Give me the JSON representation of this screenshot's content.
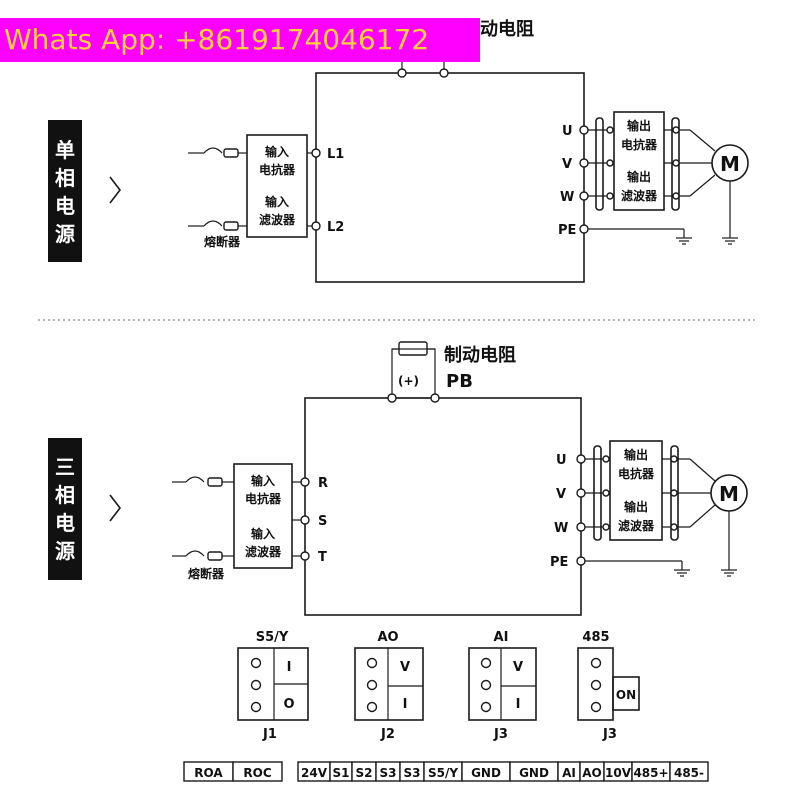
{
  "watermark": "Whats App: +8619174046172",
  "top_title_fragment": "动电阻",
  "single_phase": {
    "sidebar_chars": [
      "单",
      "相",
      "电",
      "源"
    ],
    "chevron": "〉",
    "input_reactor": [
      "输入",
      "电抗器"
    ],
    "input_filter": [
      "输入",
      "滤波器"
    ],
    "fuse_label": "熔断器",
    "terminals_in": [
      "L1",
      "L2"
    ],
    "terminals_out": [
      "U",
      "V",
      "W",
      "PE"
    ],
    "output_reactor": [
      "输出",
      "电抗器"
    ],
    "output_filter": [
      "输出",
      "滤波器"
    ],
    "motor": "M"
  },
  "three_phase": {
    "sidebar_chars": [
      "三",
      "相",
      "电",
      "源"
    ],
    "chevron": "〉",
    "brake_resistor": "制动电阻",
    "plus_label": "(+)",
    "pb_label": "PB",
    "input_reactor": [
      "输入",
      "电抗器"
    ],
    "input_filter": [
      "输入",
      "滤波器"
    ],
    "fuse_label": "熔断器",
    "terminals_in": [
      "R",
      "S",
      "T"
    ],
    "terminals_out": [
      "U",
      "V",
      "W",
      "PE"
    ],
    "output_reactor": [
      "输出",
      "电抗器"
    ],
    "output_filter": [
      "输出",
      "滤波器"
    ],
    "motor": "M"
  },
  "jumpers": [
    {
      "top": "S5/Y",
      "bottom": "J1",
      "right": [
        "I",
        "O"
      ]
    },
    {
      "top": "AO",
      "bottom": "J2",
      "right": [
        "V",
        "I"
      ]
    },
    {
      "top": "AI",
      "bottom": "J3",
      "right": [
        "V",
        "I"
      ]
    },
    {
      "top": "485",
      "bottom": "J3",
      "right": [
        "ON"
      ]
    }
  ],
  "terminal_strip_left": [
    "ROA",
    "ROC"
  ],
  "terminal_strip_right": [
    "24V",
    "S1",
    "S2",
    "S3",
    "S3",
    "S5/Y",
    "GND",
    "GND",
    "AI",
    "AO",
    "10V",
    "485+",
    "485-"
  ]
}
